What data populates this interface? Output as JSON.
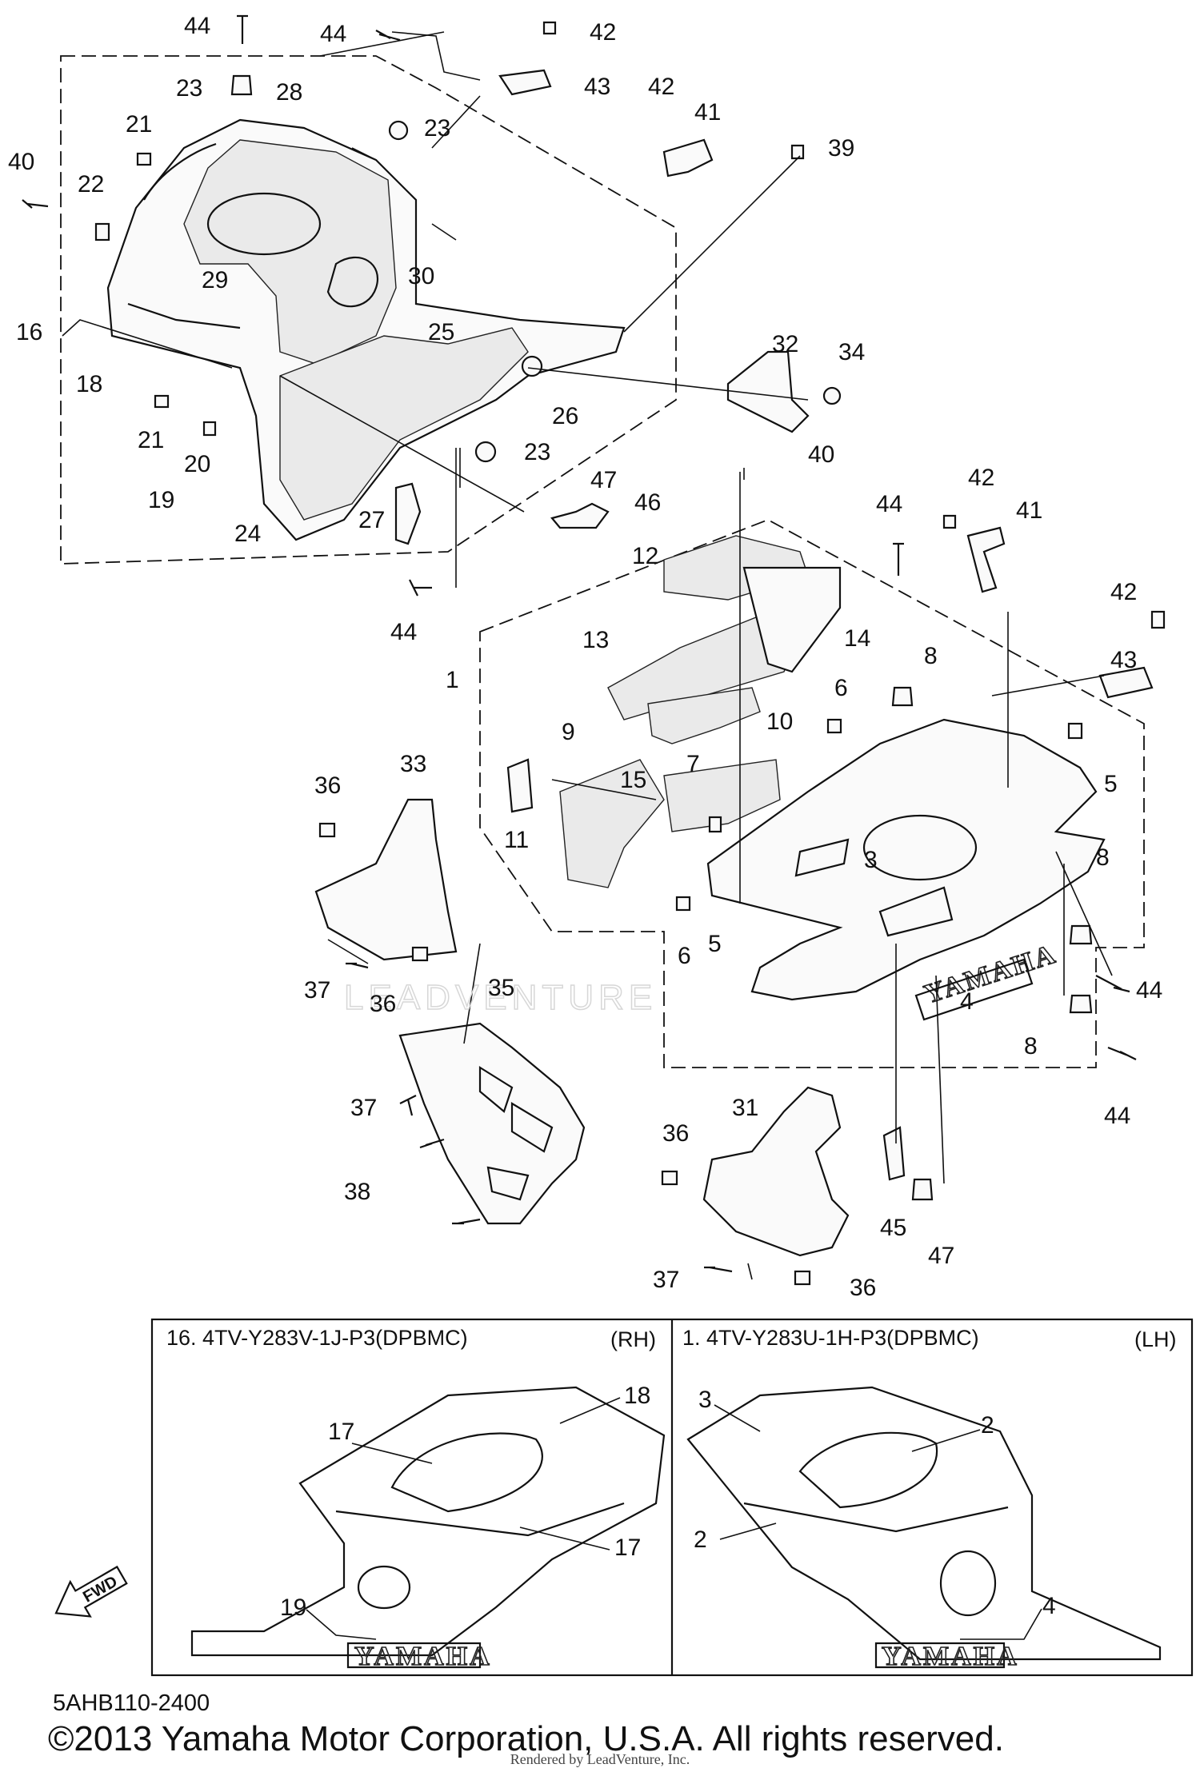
{
  "callouts": {
    "c1": "1",
    "c2a": "2",
    "c2b": "2",
    "c3a": "3",
    "c3b": "3",
    "c4a": "4",
    "c4b": "4",
    "c5a": "5",
    "c5b": "5",
    "c6a": "6",
    "c6b": "6",
    "c7": "7",
    "c8a": "8",
    "c8b": "8",
    "c8c": "8",
    "c9": "9",
    "c10": "10",
    "c11": "11",
    "c12": "12",
    "c13": "13",
    "c14": "14",
    "c15": "15",
    "c16": "16",
    "c17a": "17",
    "c17b": "17",
    "c18a": "18",
    "c18b": "18",
    "c19a": "19",
    "c19b": "19",
    "c20": "20",
    "c21a": "21",
    "c21b": "21",
    "c22": "22",
    "c23a": "23",
    "c23b": "23",
    "c23c": "23",
    "c24": "24",
    "c25": "25",
    "c26": "26",
    "c27": "27",
    "c28": "28",
    "c29": "29",
    "c30": "30",
    "c31": "31",
    "c32": "32",
    "c33": "33",
    "c34": "34",
    "c35": "35",
    "c36a": "36",
    "c36b": "36",
    "c36c": "36",
    "c36d": "36",
    "c37a": "37",
    "c37b": "37",
    "c37c": "37",
    "c38": "38",
    "c39": "39",
    "c40a": "40",
    "c40b": "40",
    "c41a": "41",
    "c41b": "41",
    "c42a": "42",
    "c42b": "42",
    "c42c": "42",
    "c42d": "42",
    "c43a": "43",
    "c43b": "43",
    "c44a": "44",
    "c44b": "44",
    "c44c": "44",
    "c44d": "44",
    "c44e": "44",
    "c44f": "44",
    "c45": "45",
    "c46": "46",
    "c47a": "47",
    "c47b": "47"
  },
  "panel_rh": {
    "title": "16. 4TV-Y283V-1J-P3(DPBMC)",
    "side": "(RH)",
    "decal_text": "YAMAHA"
  },
  "panel_lh": {
    "title": "1. 4TV-Y283U-1H-P3(DPBMC)",
    "side": "(LH)",
    "decal_text": "YAMAHA"
  },
  "decals": {
    "side_decal": "YAMAHA",
    "fwd_arrow": "FWD"
  },
  "watermark": "LEADVENTURE",
  "footer": {
    "diagram_code": "5AHB110-2400",
    "copyright": "©2013 Yamaha Motor Corporation, U.S.A. All rights reserved.",
    "rendered_by": "Rendered by LeadVenture, Inc."
  }
}
